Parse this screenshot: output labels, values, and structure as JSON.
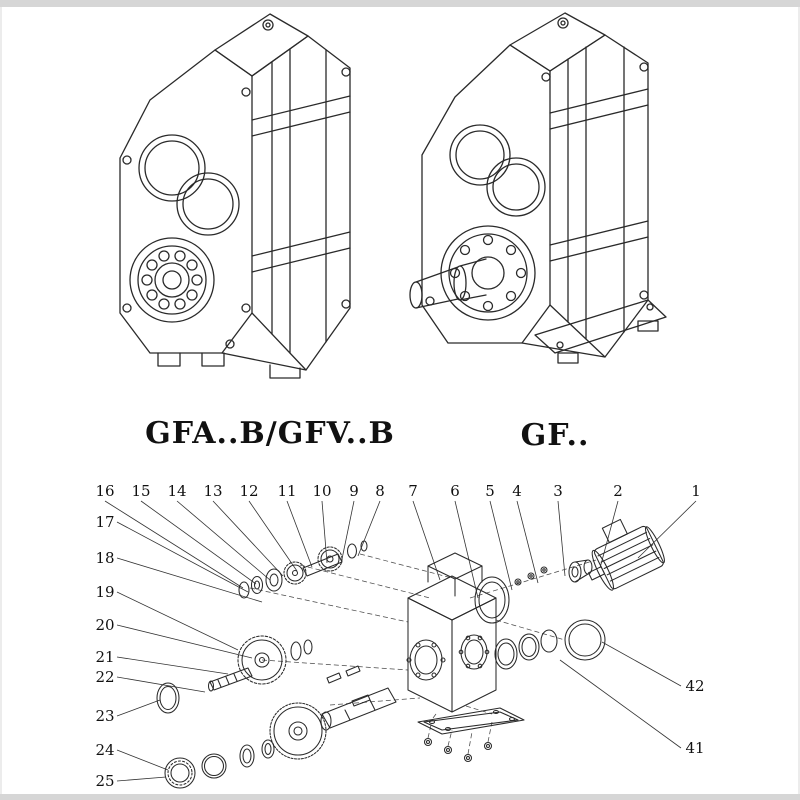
{
  "colors": {
    "ink": "#2a2a2a",
    "paper": "#ffffff",
    "edge": "#d6d6d6"
  },
  "products": [
    {
      "label": "GFA..B/GFV..B",
      "drawing": "parallel-shaft-gear-unit-flange"
    },
    {
      "label": "GF..",
      "drawing": "parallel-shaft-gear-unit-solid-shaft"
    }
  ],
  "exploded": {
    "description": "exploded-parts-diagram",
    "top_row": [
      "16",
      "15",
      "14",
      "13",
      "12",
      "11",
      "10",
      "9",
      "8",
      "7",
      "6",
      "5",
      "4",
      "3",
      "2",
      "1"
    ],
    "left_column": [
      "17",
      "18",
      "19",
      "20",
      "21",
      "22",
      "23",
      "24",
      "25"
    ],
    "right_column": [
      "42",
      "41"
    ]
  }
}
